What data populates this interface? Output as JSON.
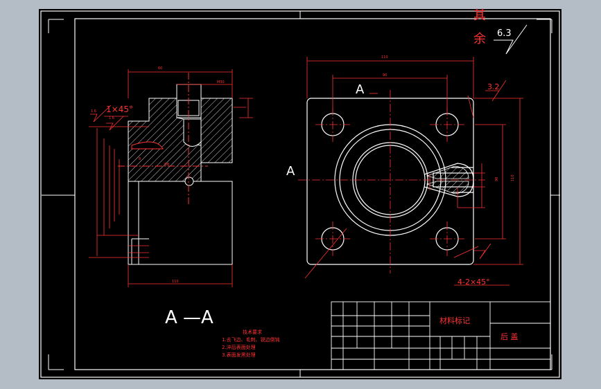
{
  "drawing": {
    "roughness_note": {
      "line1": "其",
      "line2": "余",
      "value": "6.3"
    },
    "view_labels": {
      "section_marker": "A",
      "section_arrow_label": "A",
      "section_view_title": "A —A"
    },
    "left_view": {
      "chamfer_note": "1×45°"
    },
    "right_view": {
      "hole_chamfer_note": "4-2×45°",
      "roughness_small": "3.2"
    },
    "tech_requirements": {
      "title": "技术要求",
      "items": [
        "1.去飞边、毛刺、锐边倒钝",
        "2.淬后表面处理",
        "3.表面发黑处理"
      ]
    },
    "title_block": {
      "material_label": "材料标记",
      "part_name": "后 盖"
    }
  },
  "colors": {
    "background": "#b4bcc6",
    "sheet": "#000000",
    "outline": "#ffffff",
    "annotation": "#ff3333",
    "accent_green": "#33cc33"
  }
}
